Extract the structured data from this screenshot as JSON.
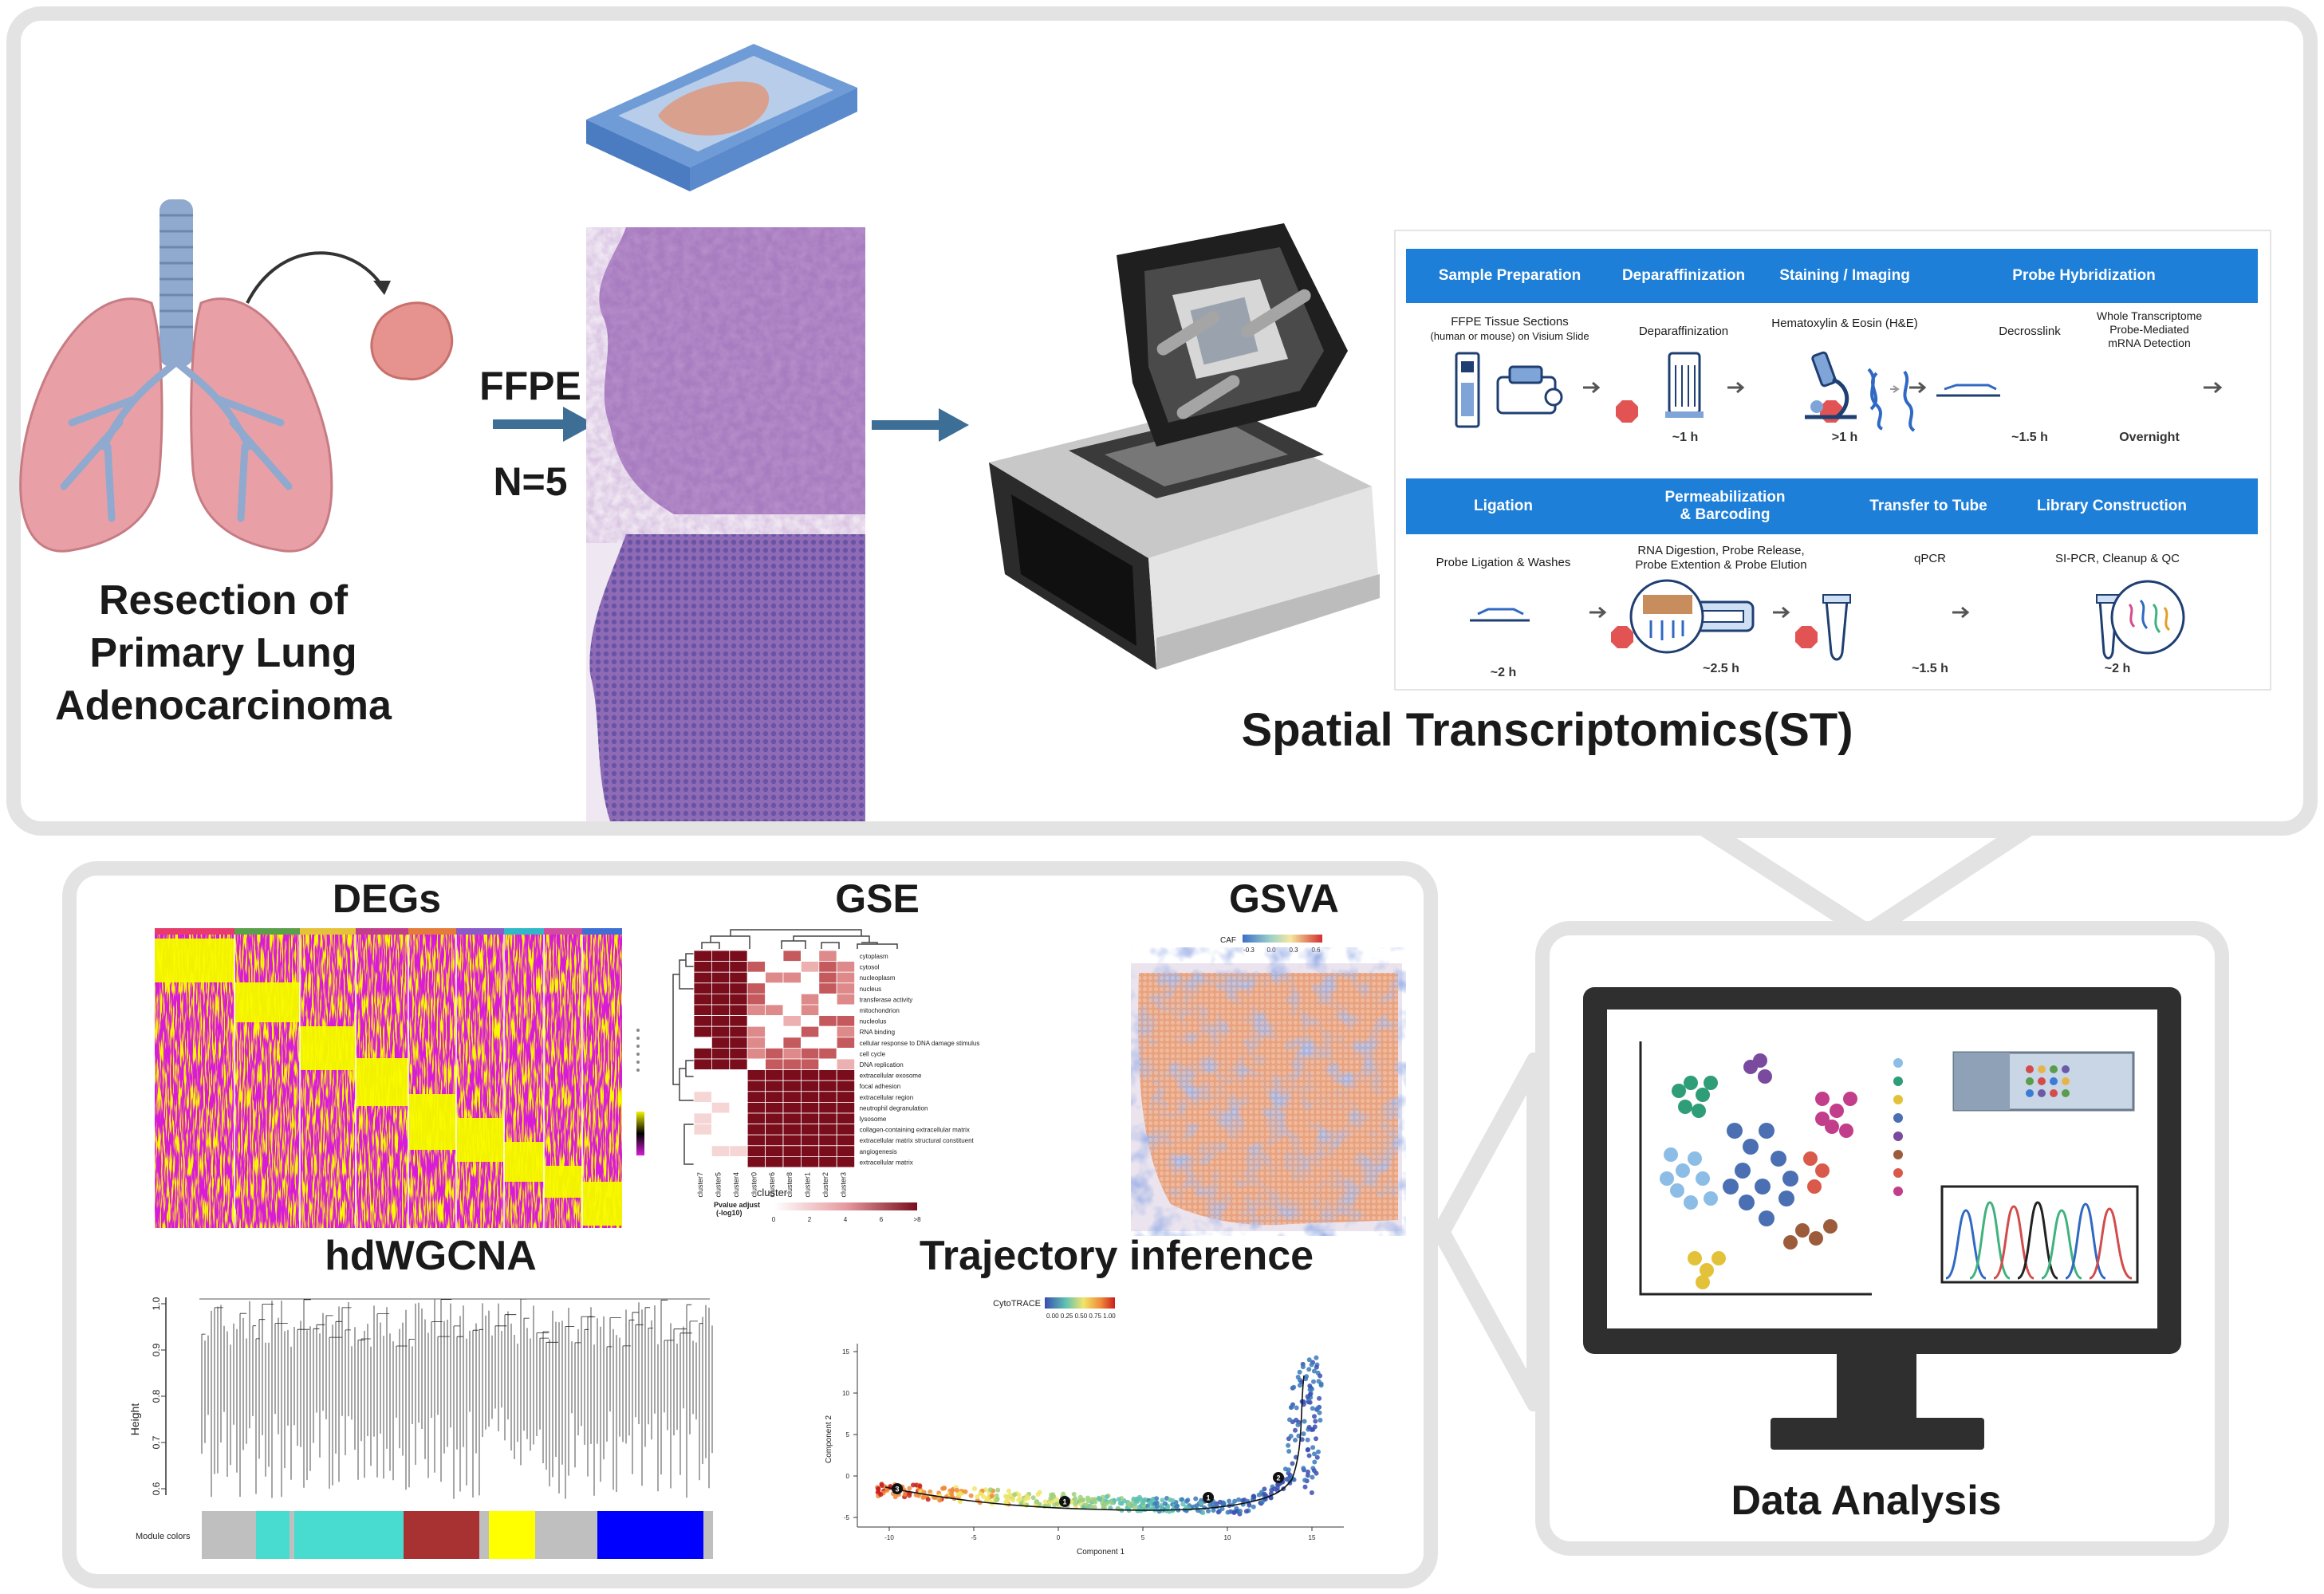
{
  "resection": {
    "line1": "Resection of",
    "line2": "Primary Lung",
    "line3": "Adenocarcinoma"
  },
  "sample": {
    "ffpe": "FFPE",
    "n": "N=5"
  },
  "st": {
    "title": "Spatial Transcriptomics(ST)",
    "headers_row1": [
      "Sample Preparation",
      "Deparaffinization",
      "Staining / Imaging",
      "Probe Hybridization"
    ],
    "headers_row2": [
      "Ligation",
      "Permeabilization",
      "& Barcoding",
      "Transfer to Tube",
      "Library Construction"
    ],
    "row1": {
      "ffpe_line1": "FFPE Tissue Sections",
      "ffpe_line2": "(human or mouse) on Visium Slide",
      "deparaffinization": "Deparaffinization",
      "he": "Hematoxylin & Eosin (H&E)",
      "decrosslink": "Decrosslink",
      "wt_line1": "Whole Transcriptome",
      "wt_line2": "Probe-Mediated",
      "wt_line3": "mRNA Detection",
      "t1": "~1 h",
      "t2": ">1 h",
      "t3": "~1.5 h",
      "t4": "Overnight"
    },
    "row2": {
      "ligation": "Probe Ligation & Washes",
      "rna_line1": "RNA Digestion, Probe Release,",
      "rna_line2": "Probe Extention & Probe Elution",
      "qpcr": "qPCR",
      "sipcr": "SI-PCR, Cleanup & QC",
      "t1": "~2 h",
      "t2": "~2.5 h",
      "t3": "~1.5 h",
      "t4": "~2 h"
    },
    "stop": "STOP"
  },
  "analysis": {
    "degs": "DEGs",
    "gse": "GSE",
    "gsva": "GSVA",
    "hdwgcna": "hdWGCNA",
    "trajectory": "Trajectory inference",
    "data_analysis": "Data Analysis"
  },
  "gse_plot": {
    "terms": [
      "cytoplasm",
      "cytosol",
      "nucleoplasm",
      "nucleus",
      "transferase activity",
      "mitochondrion",
      "nucleolus",
      "RNA binding",
      "cellular response to DNA damage stimulus",
      "cell cycle",
      "DNA replication",
      "extracellular exosome",
      "focal adhesion",
      "extracellular region",
      "neutrophil degranulation",
      "lysosome",
      "collagen-containing extracellular matrix",
      "extracellular matrix structural constituent",
      "angiogenesis",
      "extracellular matrix"
    ],
    "clusters": [
      "cluster7",
      "cluster5",
      "cluster4",
      "cluster0",
      "cluster6",
      "cluster8",
      "cluster1",
      "cluster2",
      "cluster3"
    ],
    "xlabel": "cluster",
    "legend_title_1": "Pvalue adjust",
    "legend_title_2": "(-log10)",
    "legend_ticks": [
      "0",
      "2",
      "4",
      "6",
      ">8"
    ]
  },
  "gsva_plot": {
    "legend_label": "CAF",
    "ticks": [
      "-0.3",
      "0.0",
      "0.3",
      "0.6"
    ]
  },
  "wgcna_plot": {
    "ylabel": "Height",
    "yticks": [
      "1.0",
      "0.9",
      "0.8",
      "0.7",
      "0.6"
    ],
    "module_label": "Module colors"
  },
  "traj_plot": {
    "legend_label": "CytoTRACE",
    "legend_ticks": "0.00 0.25 0.50 0.75 1.00",
    "xlabel": "Component 1",
    "ylabel": "Component 2",
    "xticks": [
      "-10",
      "-5",
      "0",
      "5",
      "10",
      "15"
    ],
    "yticks": [
      "15",
      "10",
      "5",
      "0",
      "-5"
    ],
    "nodes": [
      "3",
      "1",
      "2",
      "1"
    ]
  },
  "colors": {
    "accent_blue": "#1e7fd8",
    "panel_border": "#e3e3e3",
    "arrow_blue": "#3d6e95",
    "heatmap_yellow": "#f2f200",
    "heatmap_magenta": "#d81bd8",
    "gse_dark_red": "#7a0d1c"
  }
}
